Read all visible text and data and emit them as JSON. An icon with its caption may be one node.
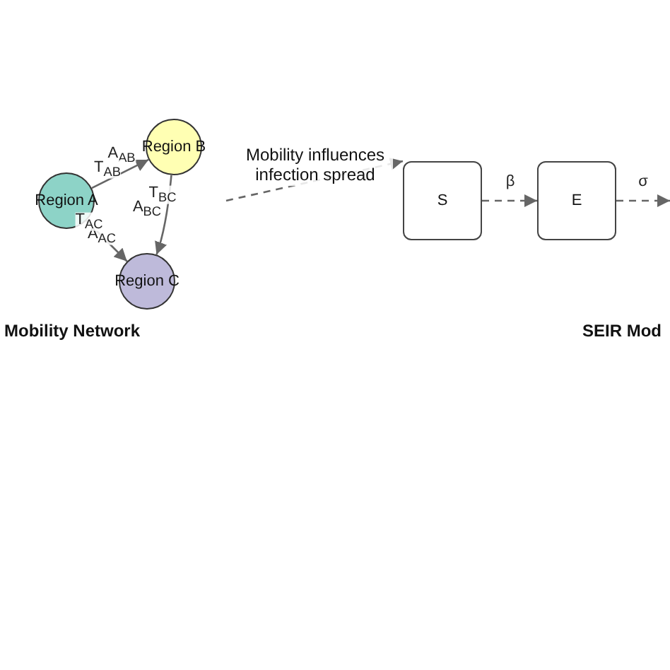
{
  "diagram": {
    "nodes": [
      {
        "text": [
          "Region A"
        ]
      },
      {
        "text": [
          "Region B"
        ]
      },
      {
        "text": [
          "Region C"
        ]
      },
      {
        "text": [
          "S"
        ]
      },
      {
        "text": [
          "E"
        ]
      }
    ],
    "edges": [
      {
        "from": 0,
        "to": 1,
        "arrow": "to",
        "label": "A$_{AB}$"
      },
      {
        "from": 1,
        "to": 2,
        "arrow": "to",
        "label": "A$_{BC}$"
      },
      {
        "from": 0,
        "to": 2,
        "arrow": "to",
        "label": "A$_{AC}$"
      },
      {
        "from": null,
        "to": 3,
        "arrow": "to",
        "style": "dashed",
        "label": "Mobility influences infection spread"
      },
      {
        "from": 3,
        "to": 4,
        "arrow": "to",
        "style": "dashed",
        "label": "β"
      },
      {
        "from": 4,
        "to": null,
        "arrow": "to",
        "style": "dashed",
        "label": "σ"
      }
    ],
    "labels": [
      "T$_{AB}$",
      "T$_{BC}$",
      "T$_{AC}$",
      "Mobility Network",
      "SEIR Mod"
    ]
  }
}
